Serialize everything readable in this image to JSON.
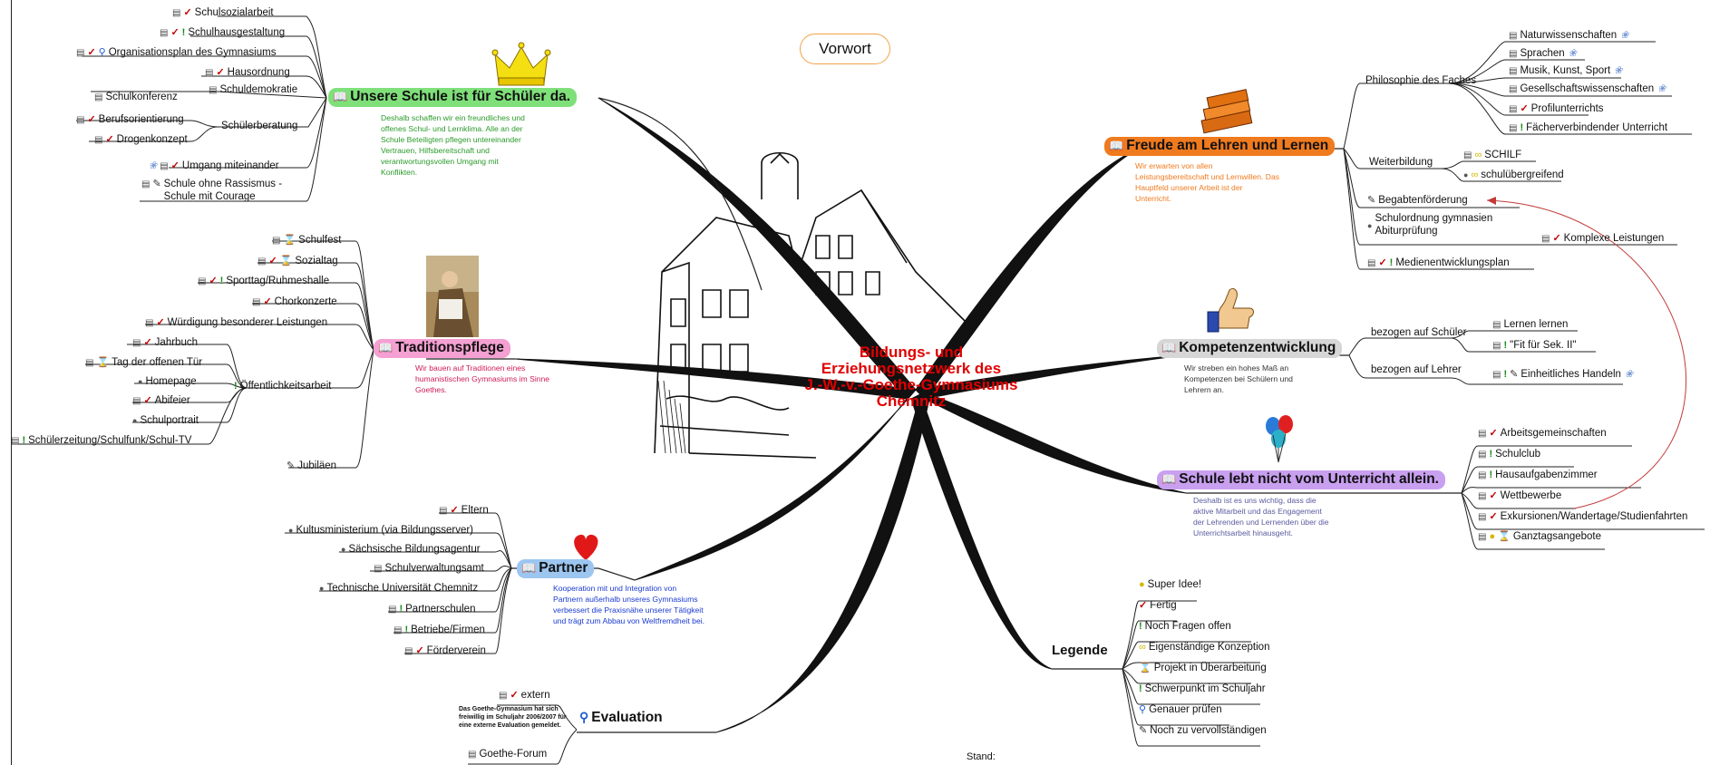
{
  "center": {
    "lines": [
      "Bildungs- und",
      "Erziehungsnetzwerk des",
      "J.-W.-v.-Goethe-Gymnasiums",
      "Chemnitz"
    ]
  },
  "vorwort": "Vorwort",
  "stand": "Stand:",
  "colors": {
    "green": "#7fe07a",
    "orange": "#f07a1e",
    "grey": "#d6d6d6",
    "purple": "#c9a0f0",
    "pink": "#f4a0d2",
    "blue": "#9cc6f0",
    "check": "#c00000",
    "exclaim": "#1b8a1b",
    "link_red": "#c23a3a"
  },
  "topics": {
    "schueler": {
      "label": "Unsere Schule ist für Schüler da.",
      "desc": "Deshalb schaffen wir ein freundliches und offenes Schul- und Lernklima. Alle an der Schule Beteiligten pflegen untereinander Vertrauen, Hilfsbereitschaft und verantwortungsvollen Umgang mit Konflikten.",
      "icon": "crown"
    },
    "tradition": {
      "label": "Traditionspflege",
      "desc": "Wir bauen auf Traditionen eines humanistischen Gymnasiums im Sinne Goethes.",
      "icon": "goethe-portrait"
    },
    "partner": {
      "label": "Partner",
      "desc": "Kooperation mit und Integration von Partnern außerhalb unseres Gymnasiums verbessert die Praxisnähe unserer Tätigkeit und trägt zum Abbau von Weltfremdheit bei.",
      "icon": "heart"
    },
    "evaluation": {
      "label": "Evaluation",
      "desc": "Das Goethe-Gymnasium hat sich freiwillig im Schuljahr 2006/2007 für eine externe Evaluation gemeldet."
    },
    "freude": {
      "label": "Freude am Lehren und Lernen",
      "desc": "Wir erwarten von allen Leistungsbereitschaft und Lernwillen. Das Hauptfeld unserer Arbeit ist der Unterricht.",
      "icon": "books"
    },
    "kompetenz": {
      "label": "Kompetenzentwicklung",
      "desc": "Wir streben ein hohes Maß an Kompetenzen bei Schülern und Lehrern an.",
      "icon": "thumbs-up"
    },
    "schule_lebt": {
      "label": "Schule lebt nicht vom Unterricht allein.",
      "desc": "Deshalb ist es uns wichtig, dass die aktive Mitarbeit und das Engagement der Lehrenden und Lernenden über die Unterrichtsarbeit hinausgeht.",
      "icon": "balloons"
    },
    "legende": {
      "label": "Legende"
    }
  },
  "schueler_items": {
    "schulsozialarbeit": "Schulsozialarbeit",
    "schulhausgestaltung": "Schulhausgestaltung",
    "organisationsplan": "Organisationsplan des Gymnasiums",
    "hausordnung": "Hausordnung",
    "schuldemokratie": "Schuldemokratie",
    "schulkonferenz": "Schulkonferenz",
    "schuelerberatung": "Schülerberatung",
    "berufsorientierung": "Berufsorientierung",
    "drogenkonzept": "Drogenkonzept",
    "umgang": "Umgang miteinander",
    "rassismus_1": "Schule ohne Rassismus -",
    "rassismus_2": "Schule mit Courage"
  },
  "tradition_items": {
    "schulfest": "Schulfest",
    "sozialtag": "Sozialtag",
    "sporttag": "Sporttag/Ruhmeshalle",
    "chorkonzerte": "Chorkonzerte",
    "wuerdigung": "Würdigung besonderer Leistungen",
    "jahrbuch": "Jahrbuch",
    "tag_offen": "Tag der offenen Tür",
    "homepage": "Homepage",
    "abifeier": "Abifeier",
    "schulportrait": "Schulportrait",
    "oeffentlichkeit": "Öffentlichkeitsarbeit",
    "schuelerzeitung": "Schülerzeitung/Schulfunk/Schul-TV",
    "jubilaeen": "Jubiläen"
  },
  "partner_items": {
    "eltern": "Eltern",
    "kultus": "Kultusministerium (via Bildungsserver)",
    "agentur": "Sächsische Bildungsagentur",
    "schulamt": "Schulverwaltungsamt",
    "tu": "Technische Universität Chemnitz",
    "partnerschulen": "Partnerschulen",
    "betriebe": "Betriebe/Firmen",
    "foerderverein": "Förderverein"
  },
  "evaluation_items": {
    "extern": "extern",
    "forum": "Goethe-Forum"
  },
  "freude_items": {
    "philosophie": "Philosophie des Faches",
    "natur": "Naturwissenschaften",
    "sprachen": "Sprachen",
    "musik": "Musik, Kunst, Sport",
    "gesellschaft": "Gesellschaftswissenschaften",
    "profil": "Profilunterrichts",
    "faecher": "Fächerverbindender Unterricht",
    "weiterbildung": "Weiterbildung",
    "schilf": "SCHILF",
    "schuluebergreifend": "schulübergreifend",
    "begabten": "Begabtenförderung",
    "schulordnung_1": "Schulordnung gymnasien",
    "schulordnung_2": "Abiturprüfung",
    "komplexe": "Komplexe Leistungen",
    "medien": "Medienentwicklungsplan"
  },
  "kompetenz_items": {
    "bez_schueler": "bezogen auf Schüler",
    "lernen": "Lernen lernen",
    "fit": "\"Fit für Sek. II\"",
    "bez_lehrer": "bezogen auf Lehrer",
    "handeln": "Einheitliches Handeln"
  },
  "schule_lebt_items": {
    "ag": "Arbeitsgemeinschaften",
    "schulclub": "Schulclub",
    "hausaufgaben": "Hausaufgabenzimmer",
    "wettbewerbe": "Wettbewerbe",
    "exkursionen": "Exkursionen/Wandertage/Studienfahrten",
    "ganztag": "Ganztagsangebote"
  },
  "legende_items": {
    "idee": "Super Idee!",
    "fertig": "Fertig",
    "fragen": "Noch Fragen offen",
    "eigen": "Eigenständige Konzeption",
    "ueberarbeitung": "Projekt in Überarbeitung",
    "schwerpunkt": "Schwerpunkt im Schuljahr",
    "pruefen": "Genauer prüfen",
    "vervollst": "Noch zu vervollständigen"
  }
}
